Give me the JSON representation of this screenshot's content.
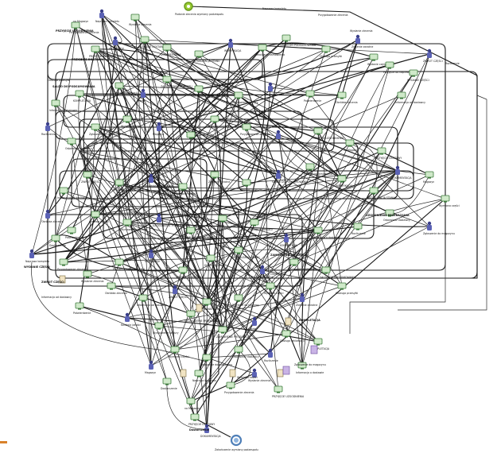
{
  "diagram": {
    "start_label": "Podanie zlecenia wymiany podzespołu",
    "end_label": "Zakończenie wymiany podzespołu",
    "labels": [
      "Naprawa kompletu",
      "Przygotowanie zlecenia",
      "Wysłanie zlecenia",
      "PRZYJĘCIE UZGODNIENIA",
      "na Magazyn",
      "PRZYJĘCIE DOSTAWY",
      "DOKUMENTACJA",
      "AKTUALIZACJA STANU",
      "WERYFIKACJA",
      "Realizacja zamówienia",
      "SALDO DO PODSUMOWANIA",
      "Obsługa przesyłki",
      "Zlecenie zwrotne",
      "Wydanie części",
      "Przyjęcie do naprawy",
      "WYDANIE CZĘŚCI",
      "ZWROT CZĘŚCI",
      "Informacja od dostawcy",
      "Obróbka zlecenia",
      "Potwierdzenie",
      "Kontrola jakości",
      "Wystawienie faktury",
      "UZGODNIENIE PRZEKAZANIA",
      "ZAMÓWIENIE PRODUKTU",
      "Oferta",
      "Obsługa reklamacji",
      "KOMPLETACJA",
      "Informacja o dostawie",
      "Rozliczenie",
      "Odpowiedź dostawcy",
      "Zgłoszenie do magazynu",
      "Wymiana części",
      "Magazyn",
      "Dostarczenie"
    ]
  }
}
